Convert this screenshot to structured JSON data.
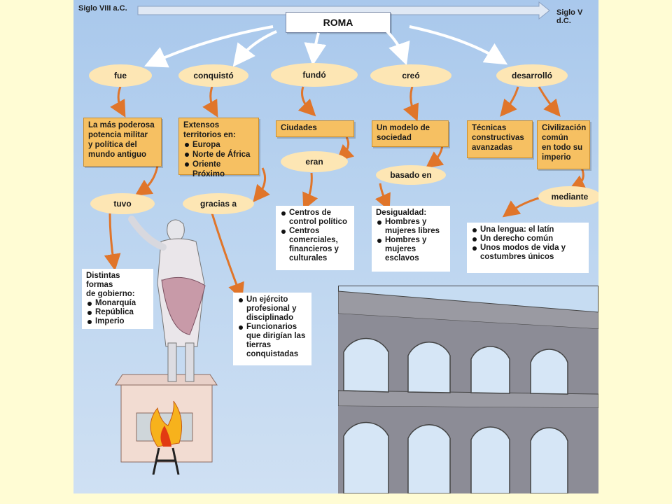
{
  "timeline": {
    "start": "Siglo VIII a.C.",
    "end": "Siglo V d.C."
  },
  "title": "ROMA",
  "branches": [
    {
      "verb": "fue",
      "box": [
        "La más poderosa",
        "potencia militar",
        "y política del",
        "mundo antiguo"
      ],
      "link": "tuvo",
      "result_title": [
        "Distintas formas",
        "de gobierno:"
      ],
      "result_items": [
        "Monarquía",
        "República",
        "Imperio"
      ]
    },
    {
      "verb": "conquistó",
      "box_title": [
        "Extensos",
        "territorios en:"
      ],
      "box_items": [
        "Europa",
        "Norte de África",
        "Oriente Próximo"
      ],
      "link": "gracias a",
      "result_items": [
        "Un ejército profesional y disciplinado",
        "Funcionarios que dirigían las tierras conquistadas"
      ]
    },
    {
      "verb": "fundó",
      "box": [
        "Ciudades"
      ],
      "link": "eran",
      "result_items": [
        "Centros de control político",
        "Centros comerciales, financieros y culturales"
      ]
    },
    {
      "verb": "creó",
      "box": [
        "Un modelo de",
        "sociedad"
      ],
      "link": "basado en",
      "result_title": [
        "Desigualdad:"
      ],
      "result_items": [
        "Hombres y mujeres libres",
        "Hombres y mujeres esclavos"
      ]
    },
    {
      "verb": "desarrolló",
      "box_a": [
        "Técnicas",
        "constructivas",
        "avanzadas"
      ],
      "box_b": [
        "Civilización",
        "común",
        "en todo su",
        "imperio"
      ],
      "link": "mediante",
      "result_items": [
        "Una lengua: el latín",
        "Un derecho común",
        "Unos modos de vida y costumbres únicos"
      ]
    }
  ]
}
